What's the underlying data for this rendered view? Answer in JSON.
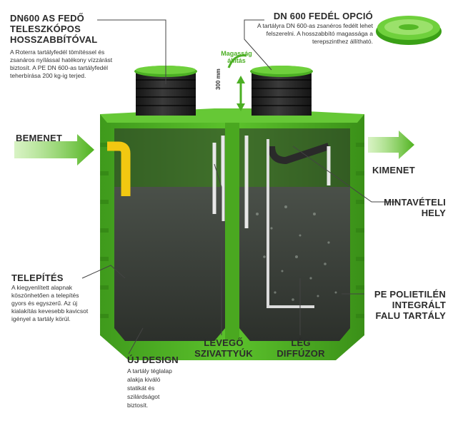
{
  "colors": {
    "tank_green": "#4caf24",
    "tank_green_dark": "#2f7d12",
    "arrow_green": "#5cbf2a",
    "lid_black": "#1e1e1e",
    "water": "#3b3f3a",
    "yellow_pipe": "#f2c811",
    "leader_line": "#444444"
  },
  "icons": [
    "arrow-right-icon",
    "lid-icon",
    "height-arrow-icon"
  ],
  "labels": {
    "lid_title_line1": "DN600 AS FEDŐ",
    "lid_title_line2": "TELESZKÓPOS",
    "lid_title_line3": "HOSSZABBÍTÓVAL",
    "lid_desc_line1": "A Roterra tartályfedél tömítéssel és",
    "lid_desc_line2": "zsanáros nyílással hatékony vízzárást",
    "lid_desc_line3": "biztosít. A PE DN 600-as tartályfedél",
    "lid_desc_line4": "teherbírása 200 kg-ig terjed.",
    "option_title": "DN 600 FEDÉL OPCIÓ",
    "option_desc_line1": "A tartályra DN 600-as zsanéros fedélt lehet",
    "option_desc_line2": "felszerelni. A hosszabbító magassága a",
    "option_desc_line3": "terepszinthez állítható.",
    "height_label_line1": "Magasság",
    "height_label_line2": "állítás",
    "height_value": "300 mm",
    "inlet": "BEMENET",
    "outlet": "KIMENET",
    "sampling_line1": "MINTAVÉTELI",
    "sampling_line2": "HELY",
    "install_title": "TELEPÍTÉS",
    "install_desc_line1": "A kiegyenlített alapnak",
    "install_desc_line2": "köszönhetően a telepítés",
    "install_desc_line3": "gyors és egyszerű. Az új",
    "install_desc_line4": "kialakítás kevesebb kavicsot",
    "install_desc_line5": "igényel a tartály körül.",
    "pe_line1": "PE POLIETILÉN",
    "pe_line2": "INTEGRÁLT",
    "pe_line3": "FALU TARTÁLY",
    "design_title": "ÚJ DESIGN",
    "design_desc_line1": "A tartály téglalap",
    "design_desc_line2": "alakja kiváló",
    "design_desc_line3": "statikát és",
    "design_desc_line4": "szilárdságot",
    "design_desc_line5": "biztosít.",
    "air_pump_line1": "LEVEGŐ",
    "air_pump_line2": "SZIVATTYÚK",
    "air_diffuser_line1": "LÉG",
    "air_diffuser_line2": "DIFFÚZOR"
  }
}
